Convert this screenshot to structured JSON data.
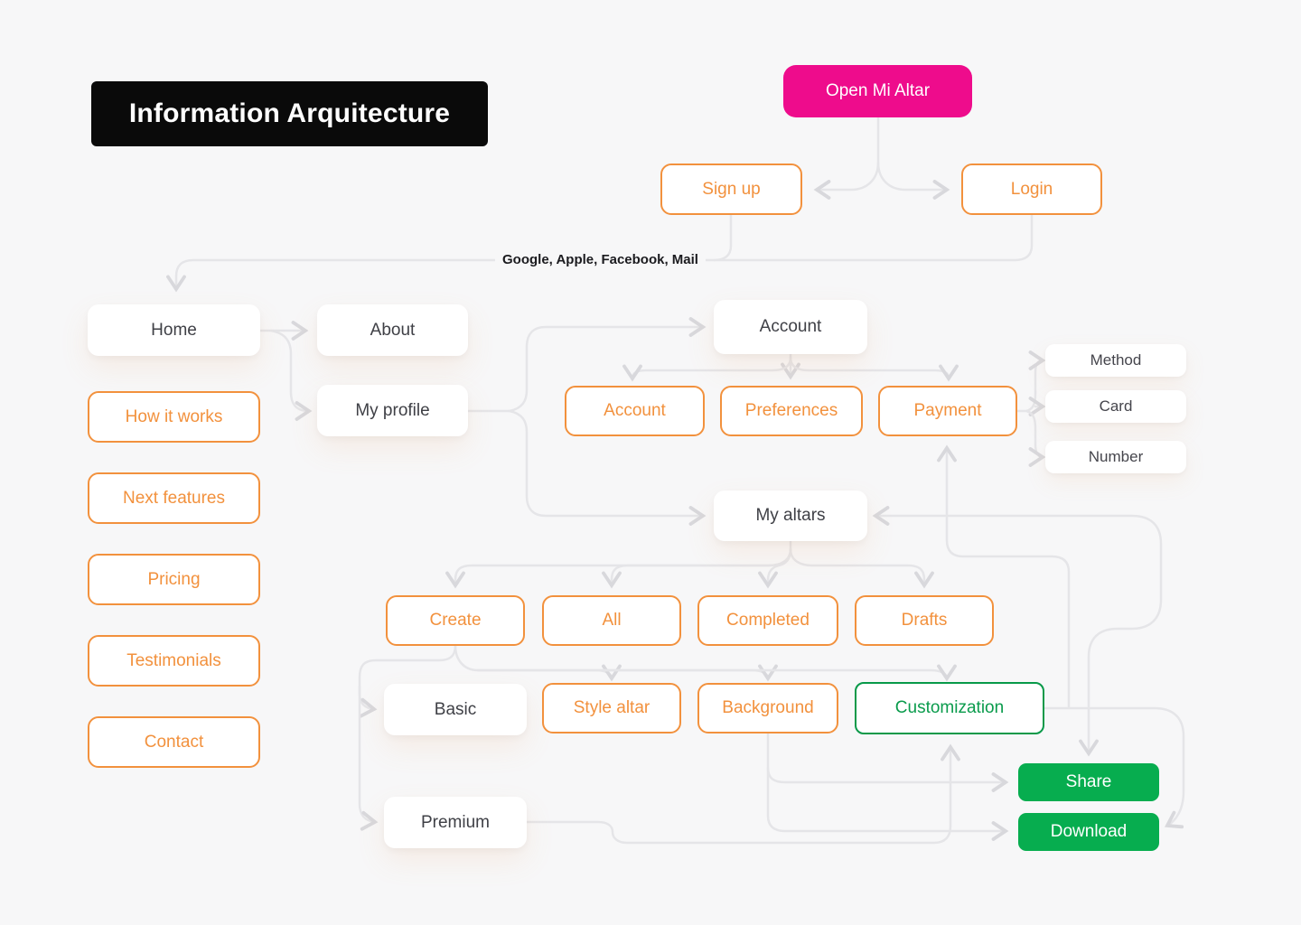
{
  "title": "Information Arquitecture",
  "connector_label": "Google, Apple, Facebook, Mail",
  "colors": {
    "background": "#F7F7F8",
    "line": "#E5E5E8",
    "arrow": "#D8D8DC",
    "orange": "#F2913D",
    "pink": "#EE0C8C",
    "green_outline": "#089949",
    "green_fill": "#07AD4F",
    "title_bg": "#0A0A0A",
    "text_dark": "#3F4046"
  },
  "nodes": [
    {
      "id": "open-mi-altar",
      "label": "Open Mi Altar",
      "type": "pink"
    },
    {
      "id": "sign-up",
      "label": "Sign up",
      "type": "outline-orange"
    },
    {
      "id": "login",
      "label": "Login",
      "type": "outline-orange"
    },
    {
      "id": "home",
      "label": "Home",
      "type": "white"
    },
    {
      "id": "about",
      "label": "About",
      "type": "white"
    },
    {
      "id": "my-profile",
      "label": "My profile",
      "type": "white"
    },
    {
      "id": "how-it-works",
      "label": "How it works",
      "type": "outline-orange"
    },
    {
      "id": "next-features",
      "label": "Next features",
      "type": "outline-orange"
    },
    {
      "id": "pricing",
      "label": "Pricing",
      "type": "outline-orange"
    },
    {
      "id": "testimonials",
      "label": "Testimonials",
      "type": "outline-orange"
    },
    {
      "id": "contact",
      "label": "Contact",
      "type": "outline-orange"
    },
    {
      "id": "account-main",
      "label": "Account",
      "type": "white"
    },
    {
      "id": "account",
      "label": "Account",
      "type": "outline-orange"
    },
    {
      "id": "preferences",
      "label": "Preferences",
      "type": "outline-orange"
    },
    {
      "id": "payment",
      "label": "Payment",
      "type": "outline-orange"
    },
    {
      "id": "method",
      "label": "Method",
      "type": "white-sm"
    },
    {
      "id": "card",
      "label": "Card",
      "type": "white-sm"
    },
    {
      "id": "number",
      "label": "Number",
      "type": "white-sm"
    },
    {
      "id": "my-altars",
      "label": "My altars",
      "type": "white"
    },
    {
      "id": "create",
      "label": "Create",
      "type": "outline-orange"
    },
    {
      "id": "all",
      "label": "All",
      "type": "outline-orange"
    },
    {
      "id": "completed",
      "label": "Completed",
      "type": "outline-orange"
    },
    {
      "id": "drafts",
      "label": "Drafts",
      "type": "outline-orange"
    },
    {
      "id": "basic",
      "label": "Basic",
      "type": "white"
    },
    {
      "id": "style-altar",
      "label": "Style altar",
      "type": "outline-orange"
    },
    {
      "id": "background",
      "label": "Background",
      "type": "outline-orange"
    },
    {
      "id": "customization",
      "label": "Customization",
      "type": "outline-green"
    },
    {
      "id": "premium",
      "label": "Premium",
      "type": "white"
    },
    {
      "id": "share",
      "label": "Share",
      "type": "fill-green"
    },
    {
      "id": "download",
      "label": "Download",
      "type": "fill-green"
    }
  ]
}
